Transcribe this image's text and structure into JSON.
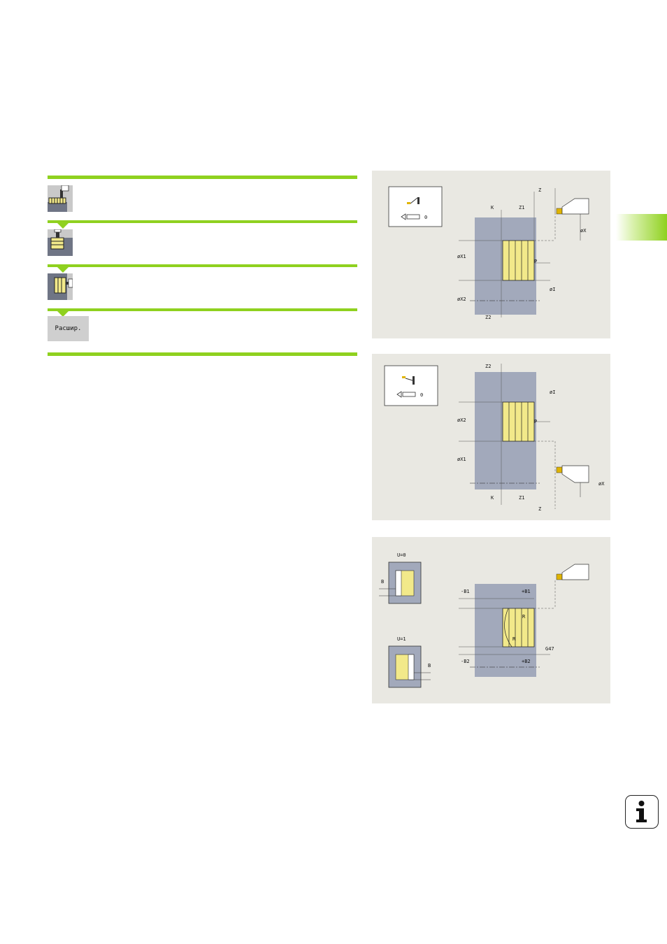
{
  "menu": {
    "extended_label": "Расшир."
  },
  "figures": {
    "fig1": {
      "labels": [
        "Z",
        "K",
        "Z1",
        "øX",
        "øX1",
        "P",
        "øI",
        "øX2",
        "Z2"
      ],
      "inset_value": "0"
    },
    "fig2": {
      "labels": [
        "Z2",
        "øI",
        "øX2",
        "P",
        "øX1",
        "øX",
        "K",
        "Z1",
        "Z"
      ],
      "inset_value": "0"
    },
    "fig3": {
      "labels": [
        "U=0",
        "B",
        "U=1",
        "B",
        "-B1",
        "+B1",
        "R",
        "R",
        "G47",
        "-B2",
        "+B2"
      ]
    }
  },
  "colors": {
    "accent_green": "#8fd11f",
    "workpiece_blue": "#a2a9bb",
    "cut_yellow": "#f2e98a",
    "figure_bg": "#e9e8e2"
  },
  "icons": [
    "contour-grooving-icon",
    "radial-grooving-icon",
    "axial-grooving-icon",
    "info-icon"
  ]
}
